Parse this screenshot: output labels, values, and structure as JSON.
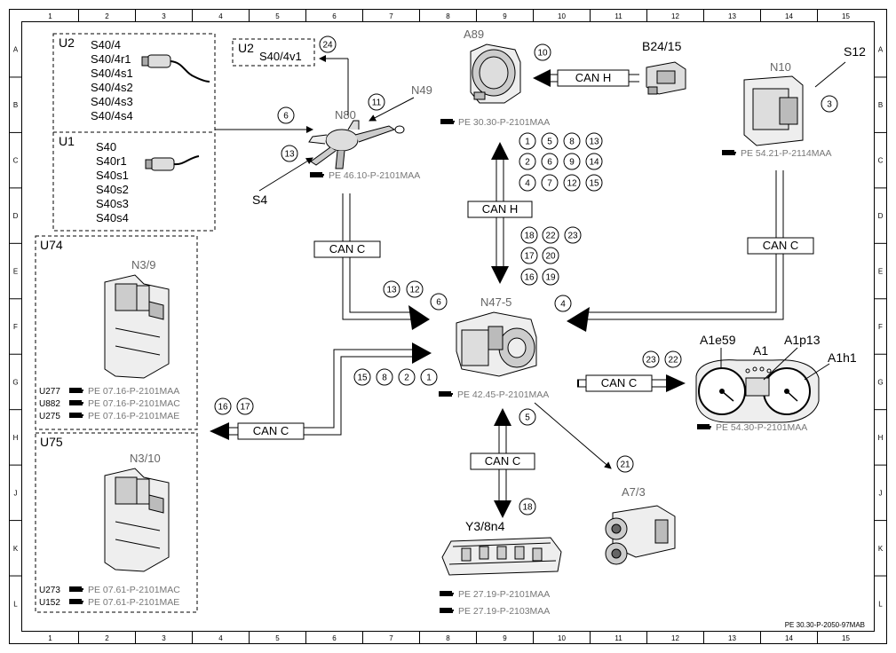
{
  "grid": {
    "cols": [
      "1",
      "2",
      "3",
      "4",
      "5",
      "6",
      "7",
      "8",
      "9",
      "10",
      "11",
      "12",
      "13",
      "14",
      "15"
    ],
    "rows": [
      "A",
      "B",
      "C",
      "D",
      "E",
      "F",
      "G",
      "H",
      "J",
      "K",
      "L"
    ]
  },
  "groups": {
    "u2_top": {
      "tag": "U2",
      "items": [
        "S40/4",
        "S40/4r1",
        "S40/4s1",
        "S40/4s2",
        "S40/4s3",
        "S40/4s4"
      ]
    },
    "u1": {
      "tag": "U1",
      "items": [
        "S40",
        "S40r1",
        "S40s1",
        "S40s2",
        "S40s3",
        "S40s4"
      ]
    },
    "u2_small": {
      "tag": "U2",
      "item": "S40/4v1"
    },
    "u74": {
      "tag": "U74",
      "module": "N3/9",
      "variants": [
        {
          "code": "U277",
          "ref": "PE 07.16-P-2101MAA"
        },
        {
          "code": "U882",
          "ref": "PE 07.16-P-2101MAC"
        },
        {
          "code": "U275",
          "ref": "PE 07.16-P-2101MAE"
        }
      ]
    },
    "u75": {
      "tag": "U75",
      "module": "N3/10",
      "variants": [
        {
          "code": "U273",
          "ref": "PE 07.61-P-2101MAC"
        },
        {
          "code": "U152",
          "ref": "PE 07.61-P-2101MAE"
        }
      ]
    }
  },
  "components": {
    "a89": {
      "label": "A89",
      "ref": "PE 30.30-P-2101MAA"
    },
    "b24": {
      "label": "B24/15"
    },
    "n10": {
      "label": "N10",
      "ref": "PE 54.21-P-2114MAA"
    },
    "s12": {
      "label": "S12"
    },
    "n80": {
      "label": "N80",
      "ref": "PE 46.10-P-2101MAA"
    },
    "n49": {
      "label": "N49"
    },
    "s4": {
      "label": "S4"
    },
    "n47": {
      "label": "N47-5",
      "ref": "PE 42.45-P-2101MAA"
    },
    "a1": {
      "label": "A1",
      "ref": "PE 54.30-P-2101MAA",
      "parts": [
        "A1e59",
        "A1p13",
        "A1h1"
      ]
    },
    "a7": {
      "label": "A7/3"
    },
    "y3": {
      "label": "Y3/8n4",
      "refs": [
        "PE 27.19-P-2101MAA",
        "PE 27.19-P-2103MAA"
      ]
    }
  },
  "buses": {
    "can_h_top": "CAN H",
    "can_h_mid": "CAN H",
    "can_c_left": "CAN C",
    "can_c_right": "CAN C",
    "can_c_a1": "CAN C",
    "can_c_bottom": "CAN C",
    "can_c_u74": "CAN C"
  },
  "markers": {
    "m24": "24",
    "m10": "10",
    "m11": "11",
    "m6_n80": "6",
    "m13_n80": "13",
    "m3": "3",
    "cluster_a89": [
      "1",
      "5",
      "8",
      "13",
      "2",
      "6",
      "9",
      "14",
      "4",
      "7",
      "12",
      "15"
    ],
    "cluster_mid": [
      "18",
      "22",
      "23",
      "17",
      "20",
      "16",
      "19"
    ],
    "m13_left": "13",
    "m12_left": "12",
    "m6_left": "6",
    "m4": "4",
    "cluster_lower": [
      "15",
      "8",
      "2",
      "1"
    ],
    "m16": "16",
    "m17": "17",
    "m23": "23",
    "m22": "22",
    "m5": "5",
    "m21": "21",
    "m18": "18"
  },
  "footer": {
    "doc_code": "PE 30.30-P-2050-97MAB"
  }
}
